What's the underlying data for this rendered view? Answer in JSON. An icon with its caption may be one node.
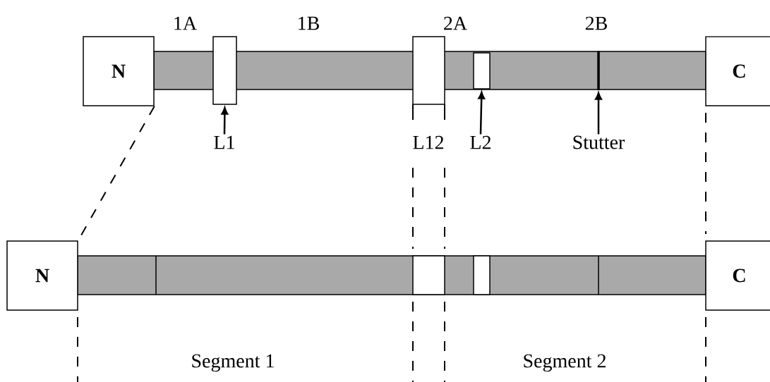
{
  "diagram": {
    "nodes": [
      {
        "text": [
          "N"
        ]
      },
      {
        "text": [],
        "shape": "box"
      },
      {
        "text": [],
        "shape": "box"
      },
      {
        "text": [],
        "shape": "box"
      },
      {
        "text": [],
        "shape": "bar"
      },
      {
        "text": [
          "C"
        ]
      },
      {
        "text": [
          "L1"
        ]
      },
      {
        "text": [
          "L2"
        ]
      },
      {
        "text": [
          "Stutter"
        ]
      },
      {
        "text": [
          "N"
        ]
      },
      {
        "text": [],
        "shape": "box"
      },
      {
        "text": [],
        "shape": "box"
      },
      {
        "text": [
          "C"
        ]
      }
    ],
    "edges": [
      {
        "from": 6,
        "to": 1,
        "arrow": "to"
      },
      {
        "from": 7,
        "to": 3,
        "arrow": "to"
      },
      {
        "from": 8,
        "to": 4,
        "arrow": "to"
      },
      {
        "from": 0,
        "to": 9,
        "arrow": "none",
        "style": "dashed"
      }
    ],
    "labels": [
      "1A",
      "1B",
      "2A",
      "2B",
      "L12",
      "Segment 1",
      "Segment 2"
    ]
  }
}
